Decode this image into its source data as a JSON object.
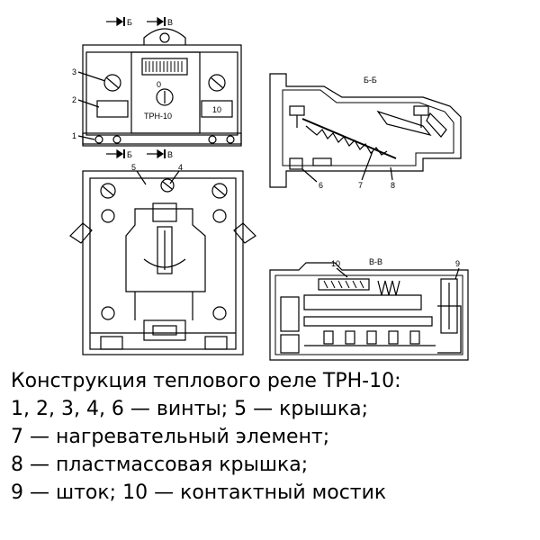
{
  "figure": {
    "top_view": {
      "section_b_mark": "Б",
      "section_v_mark": "В",
      "device_name": "ТРН-10",
      "scale_zero": "0",
      "value_10": "10",
      "callout_1": "1",
      "callout_2": "2",
      "callout_3": "3"
    },
    "bottom_view": {
      "callout_4": "4",
      "callout_5": "5"
    },
    "section_bb": {
      "title": "Б-Б",
      "callout_6": "6",
      "callout_7": "7",
      "callout_8": "8"
    },
    "section_vv": {
      "title": "В-В",
      "callout_9": "9",
      "callout_10": "10"
    }
  },
  "caption": {
    "line1": "Конструкция теплового реле ТРН-10:",
    "line2": "1, 2, 3, 4, 6 — винты; 5 — крышка;",
    "line3": "7 — нагревательный элемент;",
    "line4": "8 — пластмассовая крышка;",
    "line5": "9 — шток; 10 — контактный мостик"
  }
}
